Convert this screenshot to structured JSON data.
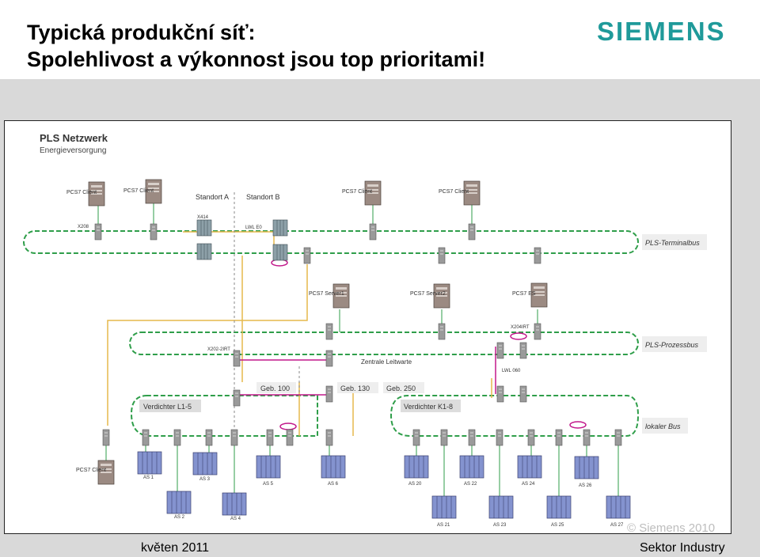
{
  "header": {
    "title_line1": "Typická produkční síť:",
    "title_line2": "Spolehlivost a výkonnost jsou top prioritami!",
    "logo": "SIEMENS"
  },
  "footer": {
    "date": "květen 2011",
    "sector": "Sektor Industry",
    "copyright": "© Siemens 2010"
  },
  "colors": {
    "bus_green": "#2f9e4a",
    "fiber_orange": "#e6b84c",
    "link_magenta": "#c2188b",
    "device_gray": "#8c8c8c",
    "plc_blue": "#6f7fc4",
    "logo_teal": "#1f9a9a"
  },
  "diagram": {
    "title": "PLS Netzwerk",
    "subtitle": "Energieversorgung",
    "buses": {
      "terminal": "PLS-Terminalbus",
      "process": "PLS-Prozessbus",
      "local": "lokaler Bus"
    },
    "areas": {
      "standort_a": "Standort A",
      "standort_b": "Standort B",
      "zentrale": "Zentrale Leitwarte",
      "geb100": "Geb. 100",
      "geb130": "Geb. 130",
      "geb250": "Geb. 250",
      "verdichter_l": "Verdichter L1-5",
      "verdichter_k": "Verdichter K1-8"
    },
    "stations": {
      "client1": "PCS7 Client",
      "client2": "PCS7 Client",
      "client3": "PCS7 Client",
      "client4": "PCS7 Client",
      "client5": "PCS7 Client",
      "server1": "PCS7 Server1",
      "server2": "PCS7 Server2",
      "es": "PCS7 ES"
    },
    "switch_labels": {
      "x208": "X208",
      "x414": "X414",
      "lwl_e0": "LWL E0",
      "lwl_060": "LWL 060",
      "x202": "X202-2IRT",
      "x204": "X204IRT"
    },
    "plcs": {
      "as1": "AS 1",
      "as2": "AS 2",
      "as3": "AS 3",
      "as4": "AS 4",
      "as5": "AS 5",
      "as6": "AS 6",
      "as20": "AS 20",
      "as21": "AS 21",
      "as22": "AS 22",
      "as23": "AS 23",
      "as24": "AS 24",
      "as25": "AS 25",
      "as26": "AS 26",
      "as27": "AS 27"
    }
  }
}
